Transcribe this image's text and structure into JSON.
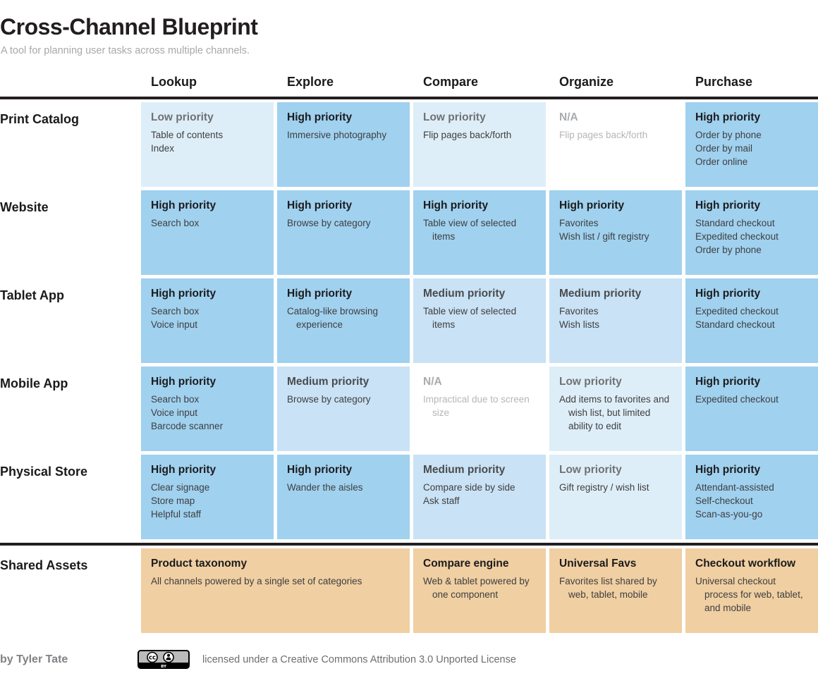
{
  "header": {
    "title": "Cross-Channel Blueprint",
    "subtitle": "A tool for planning user tasks across multiple channels."
  },
  "columns": [
    "Lookup",
    "Explore",
    "Compare",
    "Organize",
    "Purchase"
  ],
  "rows": [
    {
      "label": "Print Catalog",
      "cells": [
        {
          "priority": "low",
          "heading": "Low priority",
          "lines": [
            "Table of contents",
            "Index"
          ]
        },
        {
          "priority": "high",
          "heading": "High priority",
          "lines": [
            "Immersive photography"
          ]
        },
        {
          "priority": "low",
          "heading": "Low priority",
          "lines": [
            "Flip pages back/forth"
          ]
        },
        {
          "priority": "na",
          "heading": "N/A",
          "lines": [
            "Flip pages back/forth"
          ]
        },
        {
          "priority": "high",
          "heading": "High priority",
          "lines": [
            "Order by phone",
            "Order by mail",
            "Order online"
          ]
        }
      ]
    },
    {
      "label": "Website",
      "cells": [
        {
          "priority": "high",
          "heading": "High priority",
          "lines": [
            "Search box"
          ]
        },
        {
          "priority": "high",
          "heading": "High priority",
          "lines": [
            "Browse by category"
          ]
        },
        {
          "priority": "high",
          "heading": "High priority",
          "lines": [
            "Table view of selected items"
          ]
        },
        {
          "priority": "high",
          "heading": "High priority",
          "lines": [
            "Favorites",
            "Wish list / gift registry"
          ]
        },
        {
          "priority": "high",
          "heading": "High priority",
          "lines": [
            "Standard checkout",
            "Expedited checkout",
            "Order by phone"
          ]
        }
      ]
    },
    {
      "label": "Tablet App",
      "cells": [
        {
          "priority": "high",
          "heading": "High priority",
          "lines": [
            "Search box",
            "Voice input"
          ]
        },
        {
          "priority": "high",
          "heading": "High priority",
          "lines": [
            "Catalog-like browsing experience"
          ]
        },
        {
          "priority": "medium",
          "heading": "Medium priority",
          "lines": [
            "Table view of selected items"
          ]
        },
        {
          "priority": "medium",
          "heading": "Medium priority",
          "lines": [
            "Favorites",
            "Wish lists"
          ]
        },
        {
          "priority": "high",
          "heading": "High priority",
          "lines": [
            "Expedited checkout",
            "Standard checkout"
          ]
        }
      ]
    },
    {
      "label": "Mobile App",
      "cells": [
        {
          "priority": "high",
          "heading": "High priority",
          "lines": [
            "Search box",
            "Voice input",
            "Barcode scanner"
          ]
        },
        {
          "priority": "medium",
          "heading": "Medium priority",
          "lines": [
            "Browse by category"
          ]
        },
        {
          "priority": "na",
          "heading": "N/A",
          "lines": [
            "Impractical due to screen size"
          ]
        },
        {
          "priority": "low",
          "heading": "Low priority",
          "lines": [
            "Add items to favorites and wish list, but limited ability to edit"
          ]
        },
        {
          "priority": "high",
          "heading": "High priority",
          "lines": [
            "Expedited checkout"
          ]
        }
      ]
    },
    {
      "label": "Physical Store",
      "cells": [
        {
          "priority": "high",
          "heading": "High priority",
          "lines": [
            "Clear signage",
            "Store map",
            "Helpful staff"
          ]
        },
        {
          "priority": "high",
          "heading": "High priority",
          "lines": [
            "Wander the aisles"
          ]
        },
        {
          "priority": "medium",
          "heading": "Medium priority",
          "lines": [
            "Compare side by side",
            "Ask staff"
          ]
        },
        {
          "priority": "low",
          "heading": "Low priority",
          "lines": [
            "Gift registry / wish list"
          ]
        },
        {
          "priority": "high",
          "heading": "High priority",
          "lines": [
            "Attendant-assisted",
            "Self-checkout",
            "Scan-as-you-go"
          ]
        }
      ]
    }
  ],
  "shared": {
    "label": "Shared Assets",
    "cells": [
      {
        "heading": "Product taxonomy",
        "lines": [
          "All channels powered by a single set of categories"
        ]
      },
      {
        "heading": "Compare engine",
        "lines": [
          "Web & tablet powered by one component"
        ]
      },
      {
        "heading": "Universal Favs",
        "lines": [
          "Favorites list shared by web, tablet, mobile"
        ]
      },
      {
        "heading": "Checkout workflow",
        "lines": [
          "Universal checkout process for web, tablet, and mobile"
        ]
      }
    ]
  },
  "footer": {
    "byline": "by Tyler Tate",
    "cc_letters": "cc",
    "cc_label": "BY",
    "license": "licensed under a Creative Commons Attribution 3.0 Unported License"
  },
  "colors": {
    "high": "#a0d1ef",
    "medium": "#c9e2f5",
    "low": "#deeef8",
    "na": "#ffffff",
    "shared": "#f0cfa2",
    "rule": "#231f20"
  }
}
